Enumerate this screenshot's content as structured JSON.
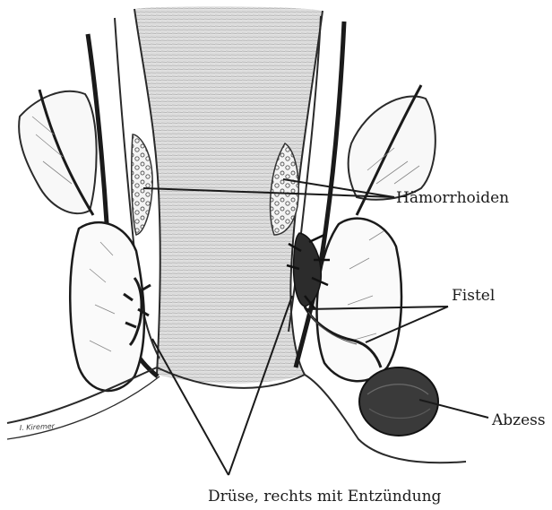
{
  "labels": {
    "haemorrhoiden": "Hämorrhoiden",
    "fistel": "Fistel",
    "abzess": "Abzess",
    "druese": "Drüse, rechts mit Entzündung"
  },
  "signature": "I. Kiremer",
  "colors": {
    "pencil": "#2a2a2a",
    "shade": "#9a9a9a",
    "abscess": "#3a3a3a",
    "leader_line": "#1a1a1a",
    "background": "#ffffff"
  }
}
